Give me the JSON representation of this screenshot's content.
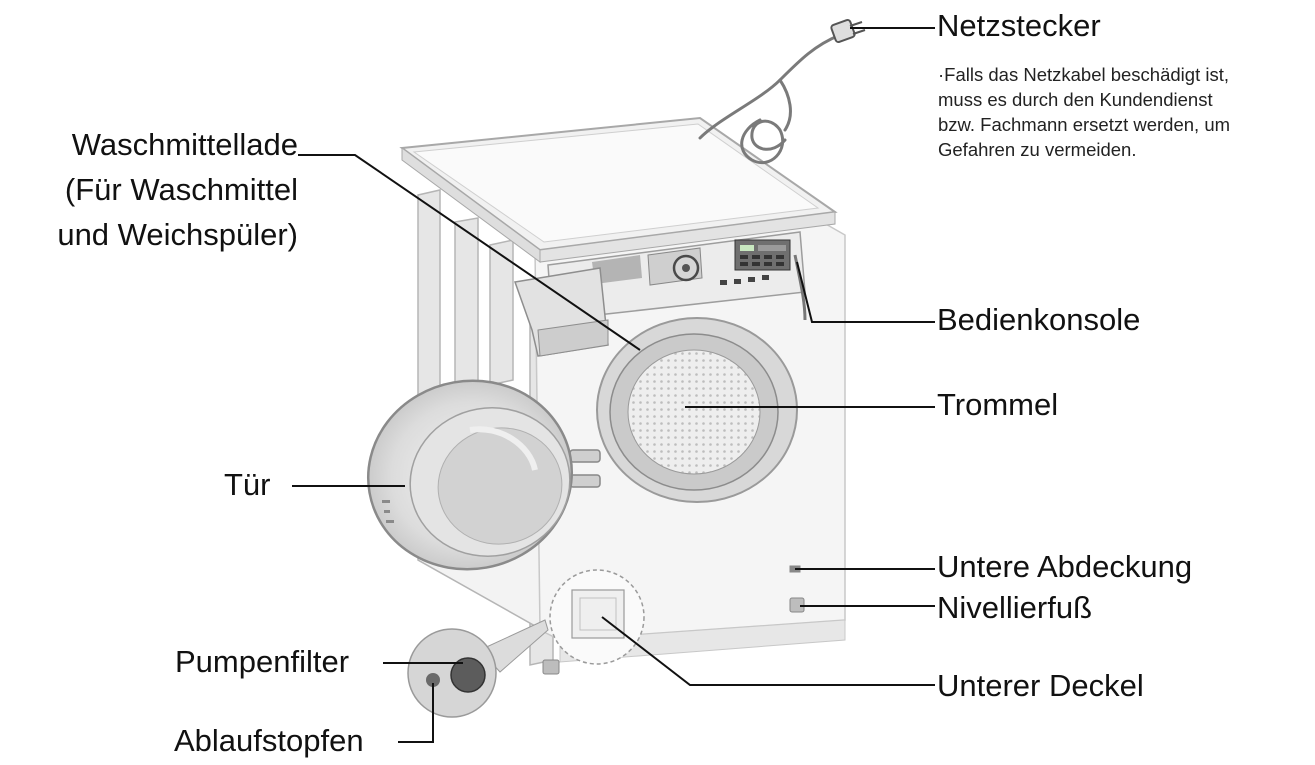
{
  "labels": {
    "netzstecker": "Netzstecker",
    "note_lines": [
      "·Falls das Netzkabel beschädigt ist,",
      "muss es durch den Kundendienst",
      "bzw. Fachmann ersetzt werden, um",
      "Gefahren zu vermeiden."
    ],
    "waschmittellade_lines": [
      "Waschmittellade",
      "(Für Waschmittel",
      "und Weichspüler)"
    ],
    "bedienkonsole": "Bedienkonsole",
    "trommel": "Trommel",
    "tuer": "Tür",
    "untere_abdeckung": "Untere Abdeckung",
    "nivellierfuss": "Nivellierfuß",
    "pumpenfilter": "Pumpenfilter",
    "unterer_deckel": "Unterer Deckel",
    "ablaufstopfen": "Ablaufstopfen"
  }
}
